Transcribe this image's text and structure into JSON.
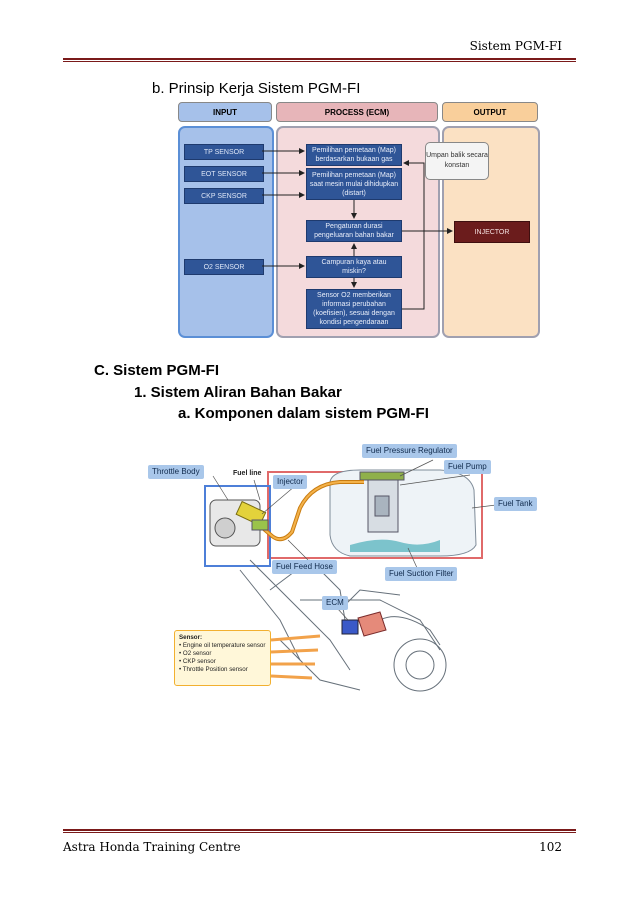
{
  "page": {
    "header": "Sistem PGM-FI",
    "footer_left": "Astra Honda Training Centre",
    "page_number": "102"
  },
  "headings": {
    "b": "b.  Prinsip Kerja Sistem PGM-FI",
    "C": "C.  Sistem PGM-FI",
    "one": "1.  Sistem Aliran Bahan Bakar",
    "a": "a.  Komponen dalam sistem PGM-FI"
  },
  "diagram1": {
    "col_input": "INPUT",
    "col_process": "PROCESS (ECM)",
    "col_output": "OUTPUT",
    "tp_sensor": "TP SENSOR",
    "eot_sensor": "EOT SENSOR",
    "ckp_sensor": "CKP SENSOR",
    "o2_sensor": "O2  SENSOR",
    "map1": "Pemilihan pemetaan (Map) berdasarkan bukaan gas",
    "map2": "Pemilihan pemetaan (Map) saat mesin mulai dihidupkan (distart)",
    "duration": "Pengaturan durasi pengeluaran bahan bakar",
    "mixture": "Campuran kaya atau miskin?",
    "o2_info": "Sensor O2 memberikan informasi perubahan (koefisien), sesuai dengan kondisi pengendaraan",
    "feedback": "Umpan balik secara konstan",
    "injector": "INJECTOR",
    "colors": {
      "input": "#5b8fd6",
      "process": "#e7b5b9",
      "output": "#f7c98f"
    }
  },
  "diagram2": {
    "throttle_body": "Throttle Body",
    "fuel_line": "Fuel line",
    "injector": "Injector",
    "fuel_pressure_regulator": "Fuel Pressure Regulator",
    "fuel_pump": "Fuel Pump",
    "fuel_tank": "Fuel Tank",
    "fuel_feed_hose": "Fuel Feed Hose",
    "fuel_suction_filter": "Fuel Suction Filter",
    "ecm": "ECM",
    "sensor_title": "Sensor:",
    "sensors": [
      "• Engine oil temperature sensor",
      "• O2 sensor",
      "• CKP  sensor",
      "•  Throttle Position  sensor"
    ]
  }
}
